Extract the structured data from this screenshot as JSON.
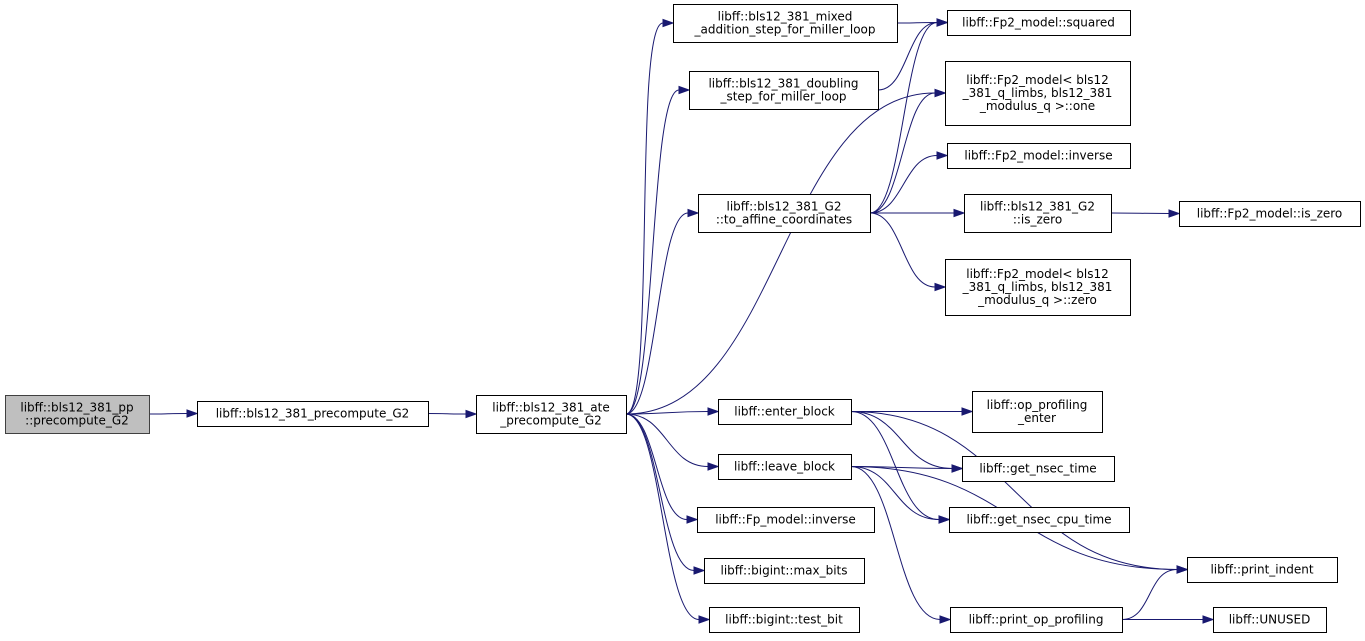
{
  "diagram": {
    "nodes": [
      {
        "id": "precompute_g2_pp",
        "lines": [
          "libff::bls12_381_pp",
          "::precompute_G2"
        ],
        "root": true
      },
      {
        "id": "bls12_381_precompute_g2",
        "lines": [
          "libff::bls12_381_precompute_G2"
        ]
      },
      {
        "id": "ate_precompute_g2",
        "lines": [
          "libff::bls12_381_ate",
          "_precompute_G2"
        ]
      },
      {
        "id": "mixed_addition_step",
        "lines": [
          "libff::bls12_381_mixed",
          "_addition_step_for_miller_loop"
        ]
      },
      {
        "id": "doubling_step",
        "lines": [
          "libff::bls12_381_doubling",
          "_step_for_miller_loop"
        ]
      },
      {
        "id": "fp2_squared",
        "lines": [
          "libff::Fp2_model::squared"
        ]
      },
      {
        "id": "fp2_one",
        "lines": [
          "libff::Fp2_model< bls12",
          "_381_q_limbs, bls12_381",
          "_modulus_q >::one"
        ]
      },
      {
        "id": "fp2_inverse",
        "lines": [
          "libff::Fp2_model::inverse"
        ]
      },
      {
        "id": "to_affine",
        "lines": [
          "libff::bls12_381_G2",
          "::to_affine_coordinates"
        ]
      },
      {
        "id": "g2_is_zero",
        "lines": [
          "libff::bls12_381_G2",
          "::is_zero"
        ]
      },
      {
        "id": "fp2_is_zero",
        "lines": [
          "libff::Fp2_model::is_zero"
        ]
      },
      {
        "id": "fp2_zero",
        "lines": [
          "libff::Fp2_model< bls12",
          "_381_q_limbs, bls12_381",
          "_modulus_q >::zero"
        ]
      },
      {
        "id": "enter_block",
        "lines": [
          "libff::enter_block"
        ]
      },
      {
        "id": "op_profiling_enter",
        "lines": [
          "libff::op_profiling",
          "_enter"
        ]
      },
      {
        "id": "leave_block",
        "lines": [
          "libff::leave_block"
        ]
      },
      {
        "id": "get_nsec_time",
        "lines": [
          "libff::get_nsec_time"
        ]
      },
      {
        "id": "get_nsec_cpu_time",
        "lines": [
          "libff::get_nsec_cpu_time"
        ]
      },
      {
        "id": "fp_inverse",
        "lines": [
          "libff::Fp_model::inverse"
        ]
      },
      {
        "id": "max_bits",
        "lines": [
          "libff::bigint::max_bits"
        ]
      },
      {
        "id": "test_bit",
        "lines": [
          "libff::bigint::test_bit"
        ]
      },
      {
        "id": "print_indent",
        "lines": [
          "libff::print_indent"
        ]
      },
      {
        "id": "print_op_profiling",
        "lines": [
          "libff::print_op_profiling"
        ]
      },
      {
        "id": "unused",
        "lines": [
          "libff::UNUSED"
        ]
      }
    ],
    "edges": [
      [
        "precompute_g2_pp",
        "bls12_381_precompute_g2"
      ],
      [
        "bls12_381_precompute_g2",
        "ate_precompute_g2"
      ],
      [
        "ate_precompute_g2",
        "mixed_addition_step"
      ],
      [
        "ate_precompute_g2",
        "doubling_step"
      ],
      [
        "ate_precompute_g2",
        "fp2_one"
      ],
      [
        "ate_precompute_g2",
        "to_affine"
      ],
      [
        "ate_precompute_g2",
        "enter_block"
      ],
      [
        "ate_precompute_g2",
        "leave_block"
      ],
      [
        "ate_precompute_g2",
        "fp_inverse"
      ],
      [
        "ate_precompute_g2",
        "max_bits"
      ],
      [
        "ate_precompute_g2",
        "test_bit"
      ],
      [
        "mixed_addition_step",
        "fp2_squared"
      ],
      [
        "doubling_step",
        "fp2_squared"
      ],
      [
        "to_affine",
        "fp2_squared"
      ],
      [
        "to_affine",
        "fp2_one"
      ],
      [
        "to_affine",
        "fp2_inverse"
      ],
      [
        "to_affine",
        "g2_is_zero"
      ],
      [
        "to_affine",
        "fp2_zero"
      ],
      [
        "g2_is_zero",
        "fp2_is_zero"
      ],
      [
        "enter_block",
        "op_profiling_enter"
      ],
      [
        "enter_block",
        "get_nsec_time"
      ],
      [
        "enter_block",
        "get_nsec_cpu_time"
      ],
      [
        "enter_block",
        "print_indent"
      ],
      [
        "leave_block",
        "get_nsec_time"
      ],
      [
        "leave_block",
        "get_nsec_cpu_time"
      ],
      [
        "leave_block",
        "print_indent"
      ],
      [
        "leave_block",
        "print_op_profiling"
      ],
      [
        "print_op_profiling",
        "print_indent"
      ],
      [
        "print_op_profiling",
        "unused"
      ]
    ]
  }
}
